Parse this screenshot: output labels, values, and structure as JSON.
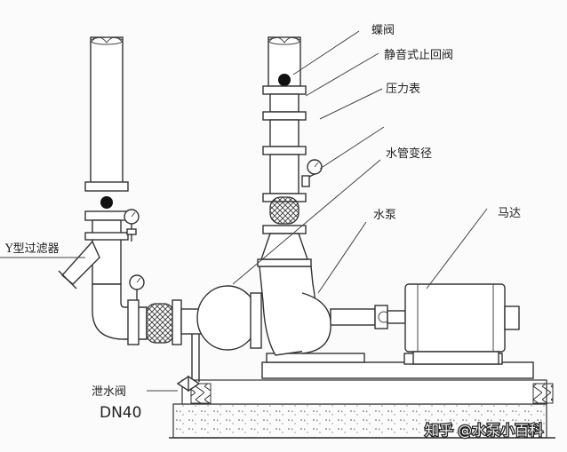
{
  "labels": {
    "butterfly_valve": "蝶阀",
    "check_valve": "静音式止回阀",
    "pressure_gauge": "压力表",
    "reducer": "水管变径",
    "pump": "水泵",
    "motor": "马达",
    "y_strainer": "Y型过滤器",
    "drain_valve": "泄水阀",
    "drain_size": "DN40"
  },
  "watermark": "知乎 @水泵小百科"
}
